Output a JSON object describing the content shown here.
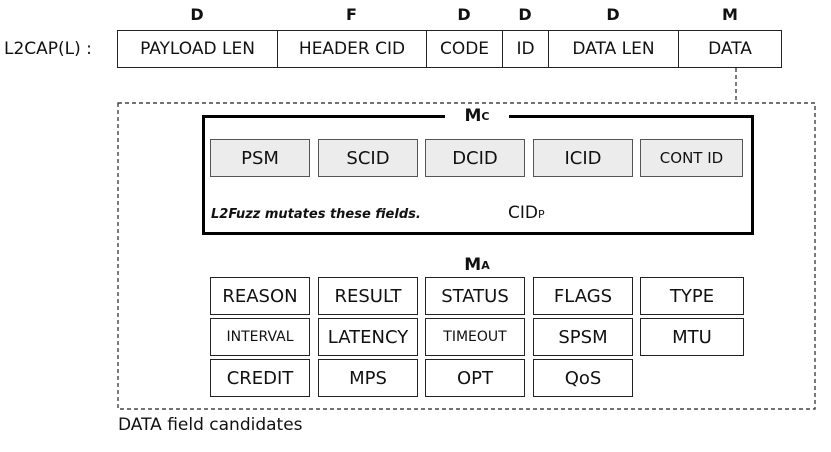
{
  "header": {
    "row_label": "L2CAP(L) :",
    "fields": [
      {
        "name": "PAYLOAD LEN",
        "letter": "D"
      },
      {
        "name": "HEADER CID",
        "letter": "F"
      },
      {
        "name": "CODE",
        "letter": "D"
      },
      {
        "name": "ID",
        "letter": "D"
      },
      {
        "name": "DATA LEN",
        "letter": "D"
      },
      {
        "name": "DATA",
        "letter": "M"
      }
    ]
  },
  "mc": {
    "title_main": "M",
    "title_sub": "C",
    "fields": [
      "PSM",
      "SCID",
      "DCID",
      "ICID",
      "CONT ID"
    ],
    "note": "L2Fuzz mutates these fields.",
    "cid_label_main": "CID",
    "cid_label_sub": "P"
  },
  "ma": {
    "title_main": "M",
    "title_sub": "A",
    "rows": [
      [
        "REASON",
        "RESULT",
        "STATUS",
        "FLAGS",
        "TYPE"
      ],
      [
        "INTERVAL",
        "LATENCY",
        "TIMEOUT",
        "SPSM",
        "MTU"
      ],
      [
        "CREDIT",
        "MPS",
        "OPT",
        "QoS"
      ]
    ]
  },
  "caption": "DATA field candidates"
}
